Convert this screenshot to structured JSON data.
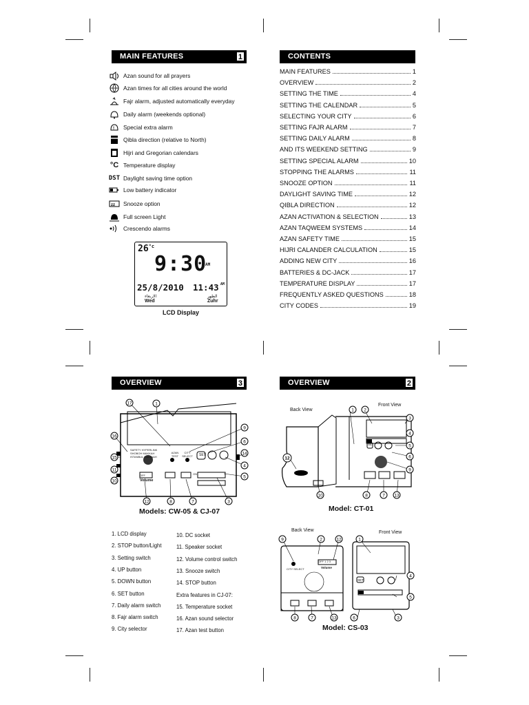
{
  "main_features": {
    "title": "MAIN FEATURES",
    "page": "1",
    "items": [
      {
        "icon": "speaker-icon",
        "label": "Azan sound for all prayers"
      },
      {
        "icon": "globe-icon",
        "label": "Azan times for all cities around the world"
      },
      {
        "icon": "fajr-icon",
        "label": "Fajr alarm, adjusted automatically everyday"
      },
      {
        "icon": "alarm-bell-icon",
        "label": "Daily alarm (weekends optional)"
      },
      {
        "icon": "special-alarm-icon",
        "label": "Special extra alarm"
      },
      {
        "icon": "qibla-icon",
        "label": "Qibla direction (relative to North)"
      },
      {
        "icon": "calendar-icon",
        "label": "Hijri and Gregorian calendars"
      },
      {
        "icon": "temperature-icon",
        "label": "Temperature display"
      },
      {
        "icon": "dst-icon",
        "label": "Daylight saving time option"
      },
      {
        "icon": "battery-icon",
        "label": "Low battery indicator"
      },
      {
        "icon": "snooze-icon",
        "label": "Snooze option"
      },
      {
        "icon": "light-icon",
        "label": "Full screen Light"
      },
      {
        "icon": "crescendo-icon",
        "label": "Crescendo alarms"
      }
    ],
    "icon_glyphs": {
      "temperature": "°C",
      "dst": "DST"
    },
    "lcd": {
      "temp": "26",
      "temp_unit": "°c",
      "time": "9:30",
      "am": "AM",
      "date": "25/8/2010",
      "prayer_time": "11:43",
      "prayer_am": "AM",
      "day_ar": "الاربعاء",
      "day": "Wed",
      "prayer_ar": "الظهر",
      "prayer": "Zuhr",
      "caption": "LCD Display"
    }
  },
  "contents": {
    "title": "CONTENTS",
    "items": [
      {
        "label": "MAIN FEATURES",
        "page": "1"
      },
      {
        "label": "OVERVIEW",
        "page": "2"
      },
      {
        "label": "SETTING THE TIME",
        "page": "4"
      },
      {
        "label": "SETTING THE CALENDAR",
        "page": "5"
      },
      {
        "label": "SELECTING YOUR CITY",
        "page": "6"
      },
      {
        "label": "SETTING FAJR ALARM",
        "page": "7"
      },
      {
        "label": "SETTING DAILY ALARM",
        "page": "8"
      },
      {
        "label": "  AND ITS WEEKEND SETTING",
        "page": "9"
      },
      {
        "label": "SETTING SPECIAL  ALARM",
        "page": "10"
      },
      {
        "label": "STOPPING THE ALARMS",
        "page": "11"
      },
      {
        "label": "SNOOZE OPTION",
        "page": "11"
      },
      {
        "label": "DAYLIGHT SAVING TIME",
        "page": "12"
      },
      {
        "label": "QIBLA DIRECTION",
        "page": "12"
      },
      {
        "label": "AZAN ACTIVATION & SELECTION",
        "page": "13"
      },
      {
        "label": "AZAN TAQWEEM SYSTEMS",
        "page": "14"
      },
      {
        "label": "AZAN SAFETY TIME",
        "page": "15"
      },
      {
        "label": "HIJRI CALANDER CALCULATION",
        "page": "15"
      },
      {
        "label": "ADDING NEW CITY",
        "page": "16"
      },
      {
        "label": "BATTERIES & DC-JACK",
        "page": "17"
      },
      {
        "label": "TEMPERATURE DISPLAY",
        "page": "17"
      },
      {
        "label": "FREQUENTLY ASKED QUESTIONS",
        "page": "18"
      },
      {
        "label": "CITY CODES",
        "page": "19"
      }
    ]
  },
  "overview_left": {
    "title": "OVERVIEW",
    "page": "3",
    "model": "Models: CW-05 & CJ-07",
    "device_labels": {
      "azan_sel_1": "SAFETY",
      "azan_sel_2": "HYPERLINK",
      "azan_sel_3": "SHOBOH",
      "azan_sel_4": "MAKKAH",
      "azan_sel_5": "ISTANBUL",
      "azan_sel_6": "MADINAH",
      "azan_test": "AZAN TEST",
      "city_select": "CITY SELECT",
      "set": "SET",
      "volume": "Volume",
      "off": "OFF",
      "on": "ON"
    },
    "legend_left": [
      "1. LCD display",
      "2. STOP button/Light",
      "3. Setting switch",
      "4. UP button",
      "5. DOWN button",
      "6. SET button",
      "7. Daily alarm switch",
      "8. Fajr alarm switch",
      "9. City selector"
    ],
    "legend_right": [
      "10. DC socket",
      "11. Speaker socket",
      "12. Volume control switch",
      "13. Snooze switch",
      "14. STOP button",
      "Extra features in CJ-07:",
      "15. Temperature socket",
      "16. Azan sound selector",
      "17. Azan test button"
    ]
  },
  "overview_right": {
    "title": "OVERVIEW",
    "page": "2",
    "ct01": {
      "back": "Back View",
      "front": "Front View",
      "model": "Model: CT-01",
      "set": "SET"
    },
    "cs03": {
      "back": "Back View",
      "front": "Front View",
      "model": "Model: CS-03",
      "city_select": "CITY SELECT",
      "volume": "Volume",
      "set": "SET",
      "off": "OFF 1 2 3"
    }
  }
}
